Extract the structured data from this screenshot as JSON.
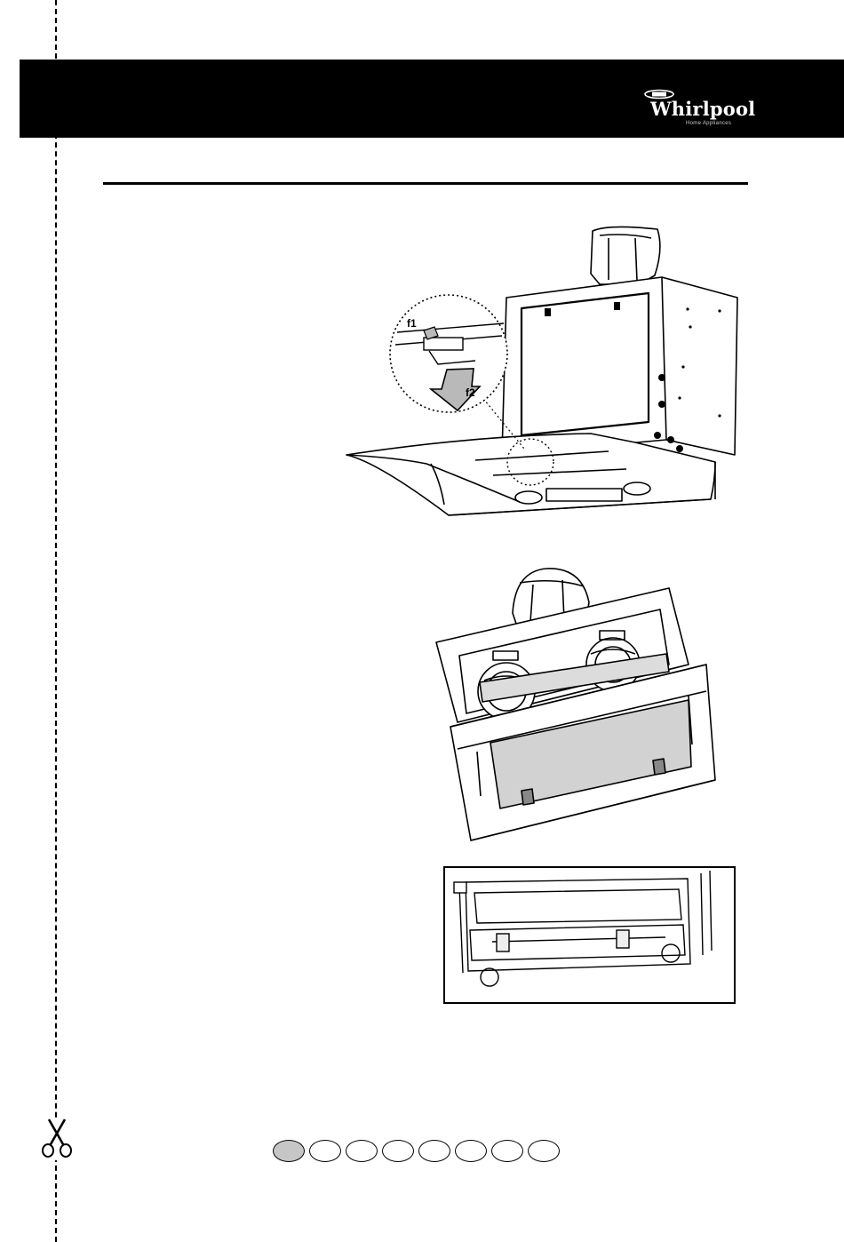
{
  "brand": {
    "name": "Whirlpool",
    "tagline": "Home Appliances"
  },
  "figure1": {
    "callout_1": "f1",
    "callout_2": "f2"
  },
  "language_indicator": {
    "count": 8,
    "active_index": 0
  },
  "colors": {
    "header": "#000000",
    "filter_panel": "#d2d2d2",
    "active_dot": "#c6c6c6"
  }
}
